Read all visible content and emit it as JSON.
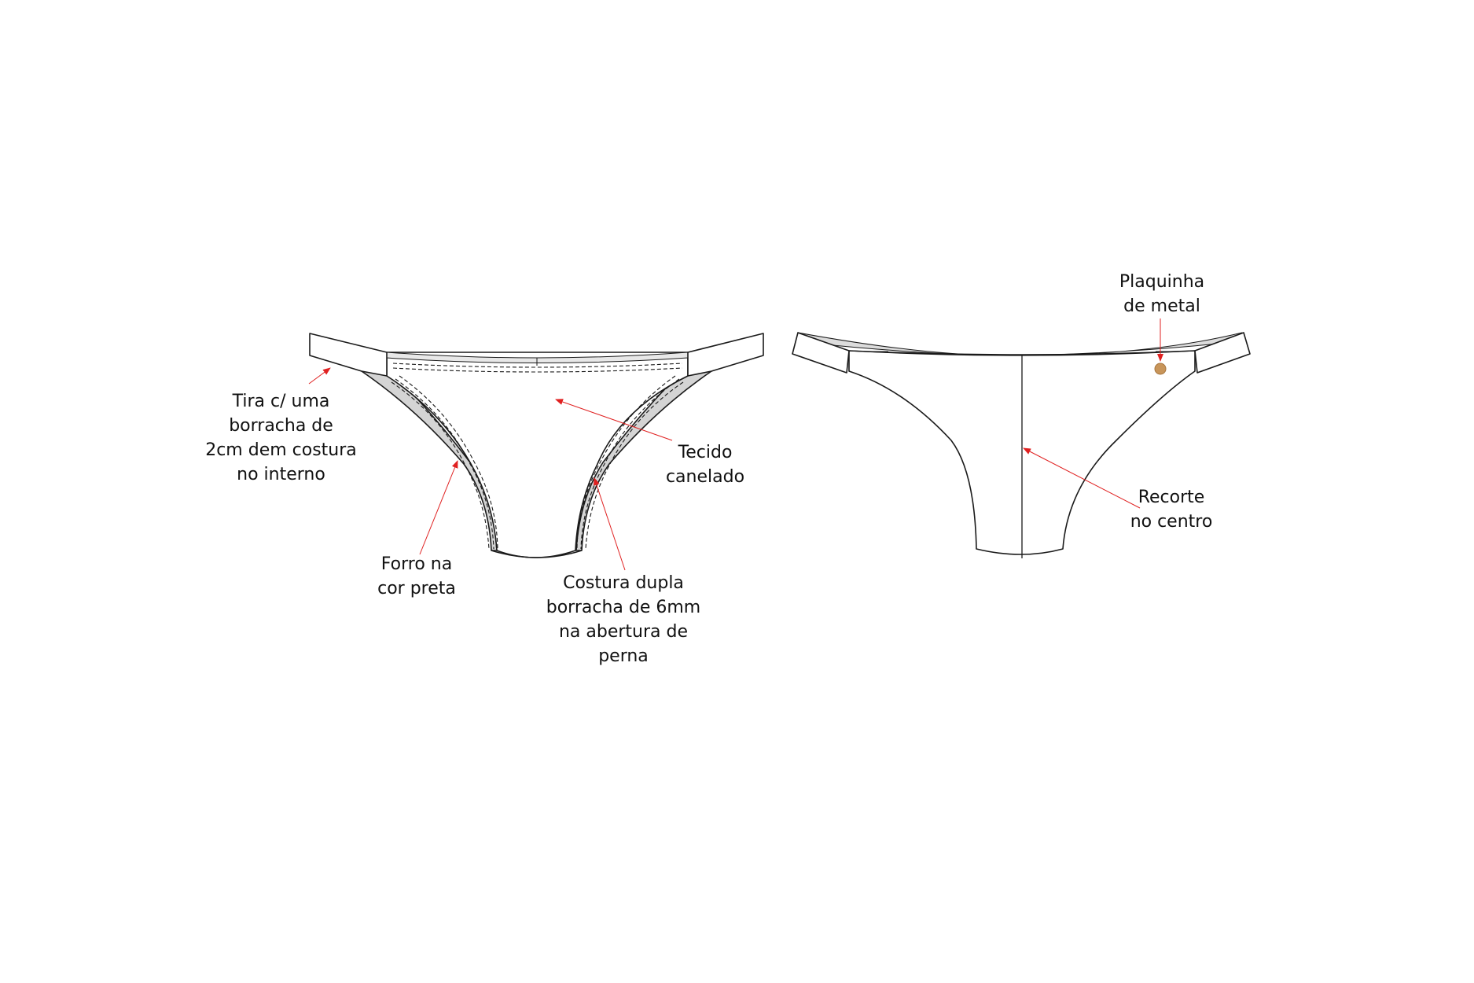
{
  "annotations": {
    "tira": {
      "lines": [
        "Tira c/ uma",
        "borracha de",
        "2cm dem costura",
        "no interno"
      ]
    },
    "forro": {
      "lines": [
        "Forro na",
        "cor preta"
      ]
    },
    "tecido": {
      "lines": [
        "Tecido",
        "canelado"
      ]
    },
    "costura": {
      "lines": [
        "Costura dupla",
        "borracha de 6mm",
        "na abertura de",
        "perna"
      ]
    },
    "plaquinha": {
      "lines": [
        "Plaquinha",
        "de metal"
      ]
    },
    "recorte": {
      "lines": [
        "Recorte",
        "no centro"
      ]
    }
  },
  "colors": {
    "outline": "#1a1a1a",
    "lining": "#d4d4d4",
    "leader": "#e02020",
    "metal_plate": "#c8955a"
  }
}
